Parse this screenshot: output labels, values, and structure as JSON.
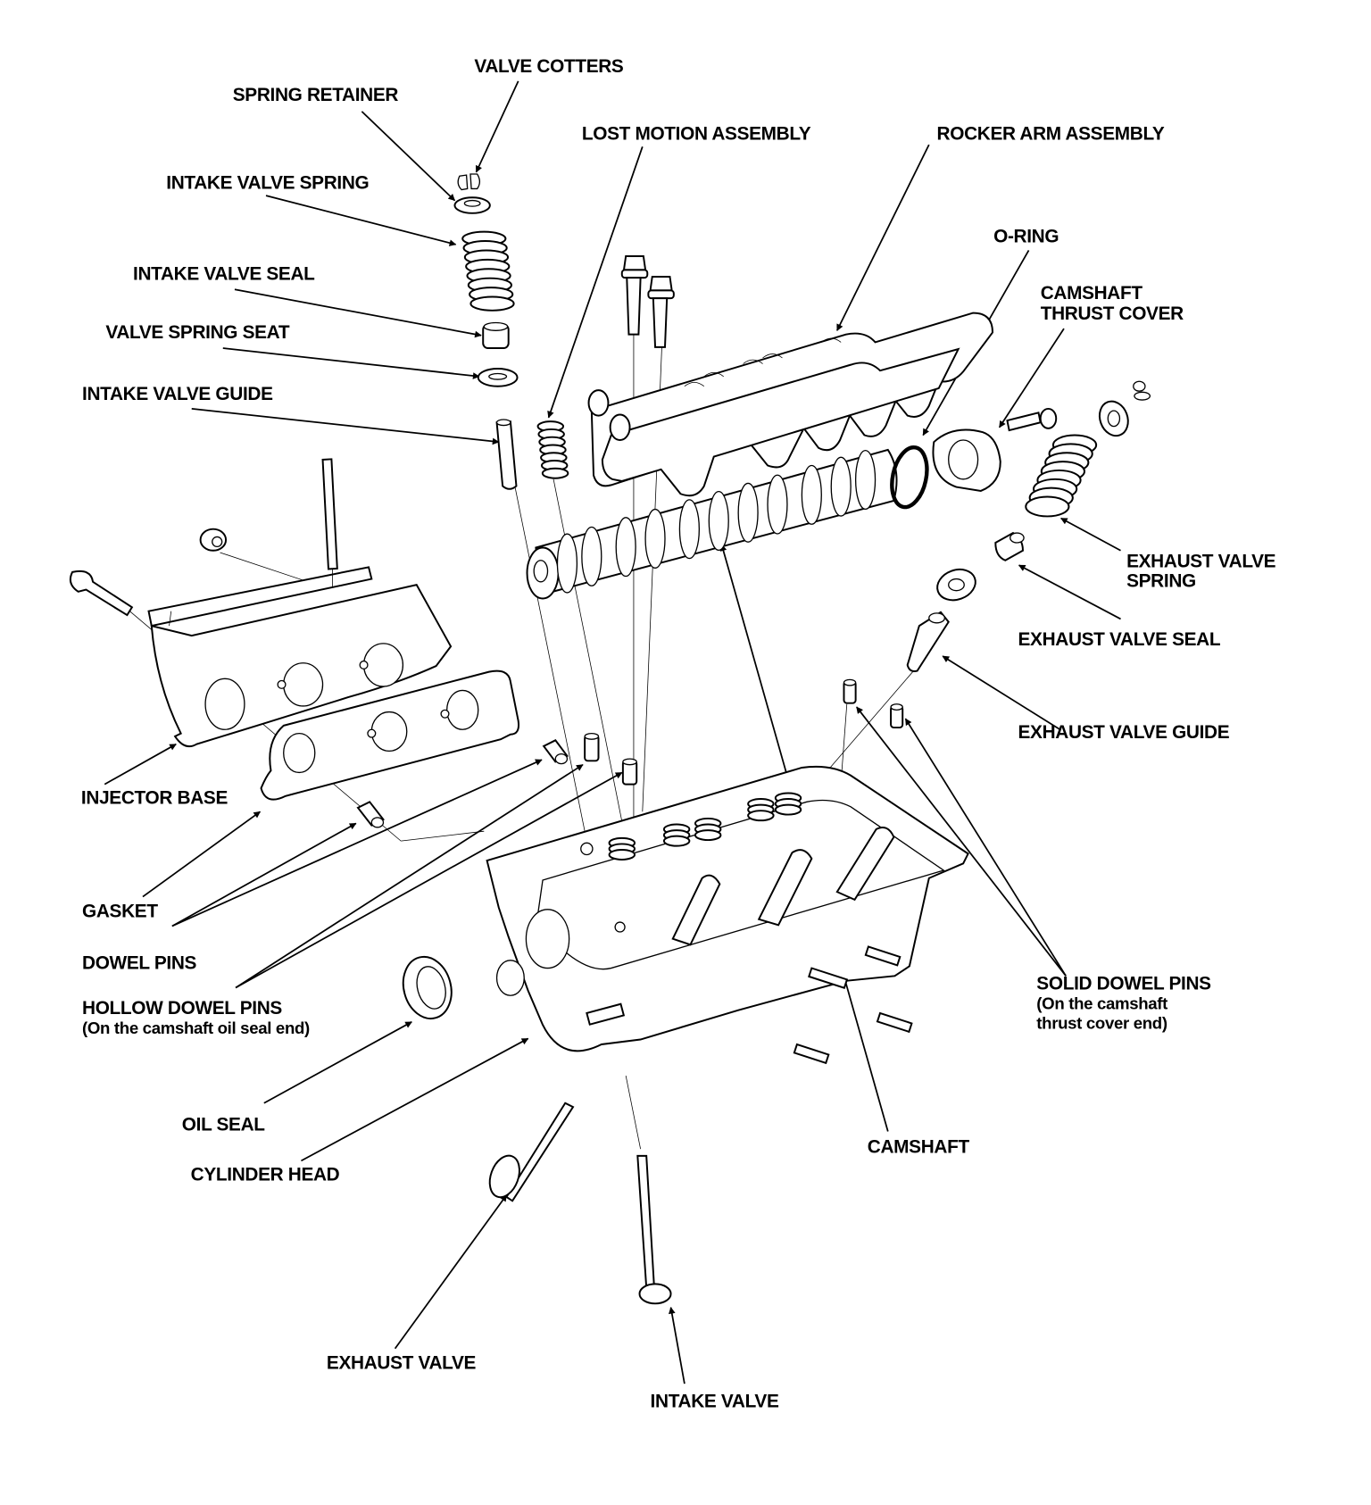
{
  "diagram": {
    "title": "Cylinder Head Exploded View",
    "labels": {
      "valve_cotters": "VALVE COTTERS",
      "spring_retainer": "SPRING RETAINER",
      "intake_valve_spring": "INTAKE VALVE SPRING",
      "intake_valve_seal": "INTAKE VALVE SEAL",
      "valve_spring_seat": "VALVE SPRING SEAT",
      "intake_valve_guide": "INTAKE VALVE GUIDE",
      "lost_motion_assembly": "LOST MOTION ASSEMBLY",
      "rocker_arm_assembly": "ROCKER ARM ASSEMBLY",
      "o_ring": "O-RING",
      "camshaft_thrust_cover_1": "CAMSHAFT",
      "camshaft_thrust_cover_2": "THRUST COVER",
      "exhaust_valve_spring_1": "EXHAUST VALVE",
      "exhaust_valve_spring_2": "SPRING",
      "exhaust_valve_seal": "EXHAUST VALVE SEAL",
      "exhaust_valve_guide": "EXHAUST VALVE GUIDE",
      "injector_base": "INJECTOR BASE",
      "gasket": "GASKET",
      "dowel_pins": "DOWEL PINS",
      "hollow_dowel_pins": "HOLLOW DOWEL PINS",
      "hollow_dowel_pins_note": "(On the camshaft oil seal end)",
      "solid_dowel_pins": "SOLID DOWEL PINS",
      "solid_dowel_pins_note_1": "(On the camshaft",
      "solid_dowel_pins_note_2": "thrust cover end)",
      "oil_seal": "OIL SEAL",
      "cylinder_head": "CYLINDER HEAD",
      "camshaft": "CAMSHAFT",
      "exhaust_valve": "EXHAUST VALVE",
      "intake_valve": "INTAKE VALVE"
    }
  }
}
